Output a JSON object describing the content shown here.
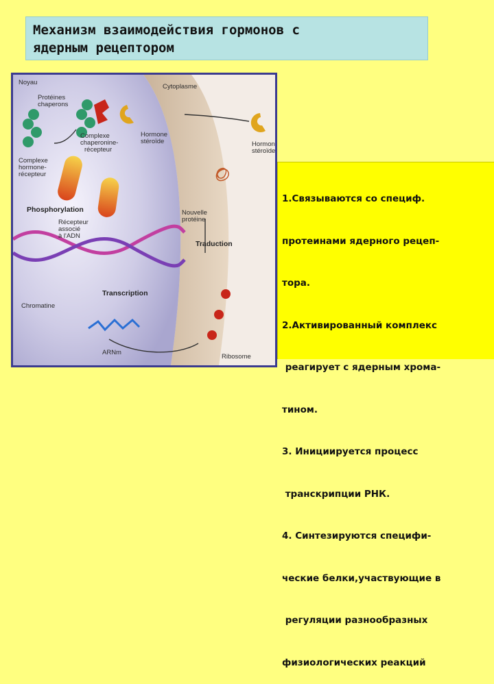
{
  "title": {
    "line1": "Механизм взаимодействия гормонов с",
    "line2": "ядерным рецептором"
  },
  "figure_labels": {
    "noyau": "Noyau",
    "proteines": "Protéines",
    "chaperons": "chaperons",
    "cytoplasme": "Cytoplasme",
    "complexe_chap_1": "Complexe",
    "complexe_chap_2": "chaperonine-",
    "complexe_chap_3": "récepteur",
    "hormone_1": "Hormone",
    "hormone_2": "stéroïde",
    "hormone_out_1": "Hormone",
    "hormone_out_2": "stéroïde",
    "complexe_hr_1": "Complexe",
    "complexe_hr_2": "hormone-",
    "complexe_hr_3": "récepteur",
    "phosphorylation": "Phosphorylation",
    "recepteur_1": "Récepteur",
    "recepteur_2": "associé",
    "recepteur_3": "à l'ADN",
    "nouvelle_1": "Nouvelle",
    "nouvelle_2": "protéine",
    "traduction": "Traduction",
    "transcription": "Transcription",
    "chromatine": "Chromatine",
    "arnm": "ARNm",
    "ribosome": "Ribosome"
  },
  "description_lines": [
    "1.Связываются со специф.",
    "протеинами ядерного рецеп-",
    "тора.",
    "2.Активированный комплекс",
    " реагирует с ядерным хрома-",
    "тином.",
    "3. Инициируется процесс",
    " транскрипции РНК.",
    "4. Синтезируются специфи-",
    "ческие белки,участвующие в",
    " регуляции разнообразных",
    "физиологических реакций"
  ],
  "colors": {
    "background": "#ffff80",
    "title_bg": "#b7e3e3",
    "text_bg": "#ffff00",
    "frame": "#3b3b8f"
  }
}
